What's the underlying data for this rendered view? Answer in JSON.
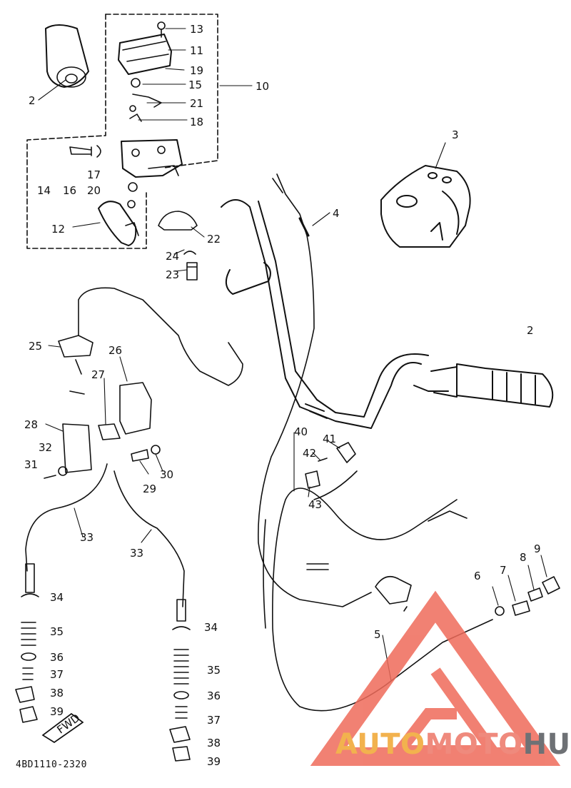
{
  "diagram": {
    "reference_code": "4BD1110-2320",
    "fwd_label": "FWD",
    "part_labels": [
      "2",
      "2",
      "3",
      "4",
      "5",
      "6",
      "7",
      "8",
      "9",
      "10",
      "11",
      "12",
      "13",
      "14",
      "15",
      "16",
      "17",
      "18",
      "19",
      "20",
      "21",
      "22",
      "23",
      "24",
      "25",
      "26",
      "27",
      "28",
      "29",
      "30",
      "31",
      "32",
      "33",
      "33",
      "34",
      "34",
      "35",
      "35",
      "36",
      "36",
      "37",
      "37",
      "38",
      "38",
      "39",
      "39",
      "40",
      "41",
      "42",
      "43"
    ]
  },
  "watermark": {
    "auto": "AUTO",
    "moto": "MOTO",
    "hub": "HUB",
    "colors": {
      "auto": "#f2b24e",
      "moto": "#ef8a7d",
      "hub": "#6e7175",
      "triangle": "#ef6b5a"
    }
  }
}
